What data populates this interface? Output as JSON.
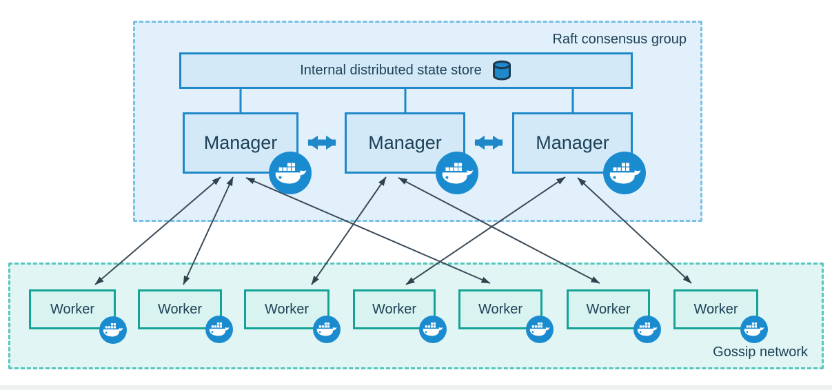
{
  "diagram": {
    "raft_group": {
      "label": "Raft consensus group"
    },
    "gossip_group": {
      "label": "Gossip network"
    },
    "state_store": {
      "label": "Internal distributed state store",
      "icon": "database-cylinder-icon"
    },
    "managers": [
      {
        "id": "manager-1",
        "label": "Manager",
        "icon": "docker-whale-icon"
      },
      {
        "id": "manager-2",
        "label": "Manager",
        "icon": "docker-whale-icon"
      },
      {
        "id": "manager-3",
        "label": "Manager",
        "icon": "docker-whale-icon"
      }
    ],
    "workers": [
      {
        "id": "worker-1",
        "label": "Worker",
        "icon": "docker-whale-icon"
      },
      {
        "id": "worker-2",
        "label": "Worker",
        "icon": "docker-whale-icon"
      },
      {
        "id": "worker-3",
        "label": "Worker",
        "icon": "docker-whale-icon"
      },
      {
        "id": "worker-4",
        "label": "Worker",
        "icon": "docker-whale-icon"
      },
      {
        "id": "worker-5",
        "label": "Worker",
        "icon": "docker-whale-icon"
      },
      {
        "id": "worker-6",
        "label": "Worker",
        "icon": "docker-whale-icon"
      },
      {
        "id": "worker-7",
        "label": "Worker",
        "icon": "docker-whale-icon"
      }
    ],
    "connections": {
      "state_store_links": [
        "manager-1",
        "manager-2",
        "manager-3"
      ],
      "manager_peer_links": [
        {
          "from": "manager-1",
          "to": "manager-2",
          "bidirectional": true
        },
        {
          "from": "manager-2",
          "to": "manager-3",
          "bidirectional": true
        }
      ],
      "manager_worker_links": [
        {
          "from": "manager-1",
          "to": "worker-1",
          "bidirectional": true
        },
        {
          "from": "manager-1",
          "to": "worker-2",
          "bidirectional": true
        },
        {
          "from": "manager-1",
          "to": "worker-5",
          "bidirectional": true
        },
        {
          "from": "manager-2",
          "to": "worker-3",
          "bidirectional": true
        },
        {
          "from": "manager-2",
          "to": "worker-6",
          "bidirectional": true
        },
        {
          "from": "manager-3",
          "to": "worker-4",
          "bidirectional": true
        },
        {
          "from": "manager-3",
          "to": "worker-7",
          "bidirectional": true
        }
      ]
    },
    "colors": {
      "raft_fill": "#e1f0fa",
      "raft_border": "#79c0e6",
      "manager_fill": "#d3e9f7",
      "manager_border": "#1e88c8",
      "worker_fill": "#d9f3f0",
      "worker_border": "#14a396",
      "gossip_fill": "#e1f6f4",
      "gossip_border": "#55c6bd",
      "docker_badge": "#1b8bd0",
      "arrow_thin": "#3b4a57",
      "arrow_thick": "#1e88c8",
      "text": "#1d4157"
    }
  }
}
